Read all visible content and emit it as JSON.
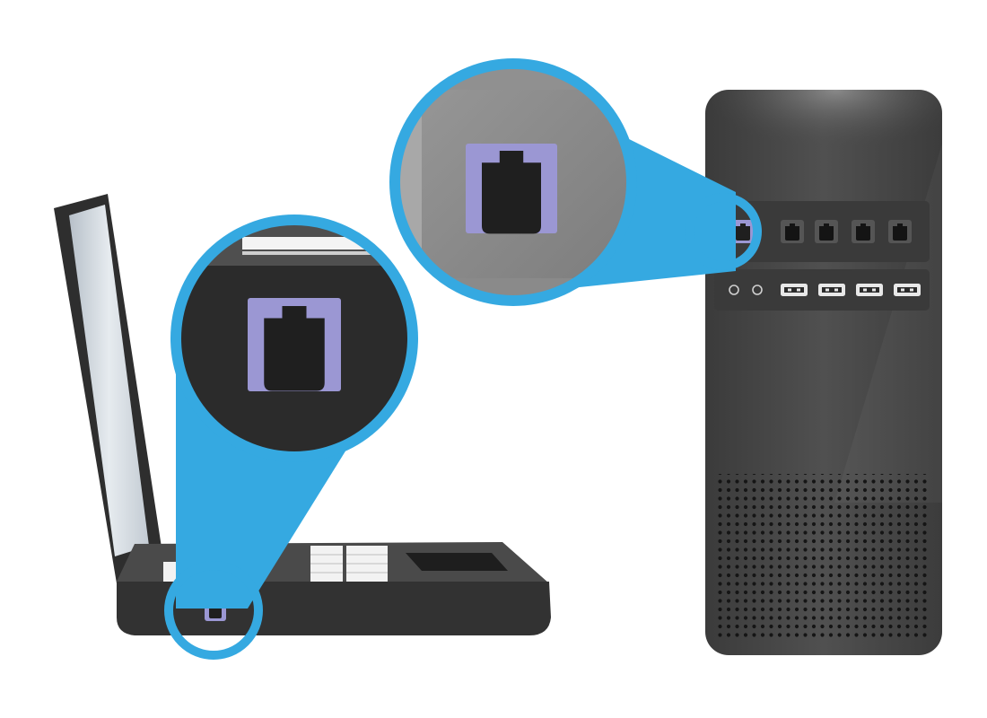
{
  "illustration": {
    "subjects": [
      "laptop",
      "desktop-tower"
    ],
    "highlighted_port": "ethernet-port-icon",
    "callouts": [
      {
        "device": "laptop",
        "port_icon": "ethernet-port-icon"
      },
      {
        "device": "desktop-tower",
        "port_icon": "ethernet-port-icon"
      }
    ],
    "tower_front_panel": {
      "ethernet_ports": 5,
      "audio_jacks": 2,
      "usb_ports": 4
    }
  },
  "colors": {
    "callout_blue": "#35a9e1",
    "port_purple": "#9b97d3",
    "port_black": "#1f1f1f",
    "laptop_body": "#333333",
    "tower_body": "#4a4a4a",
    "screen_silver": "#cfd6dd",
    "background": "#ffffff"
  }
}
